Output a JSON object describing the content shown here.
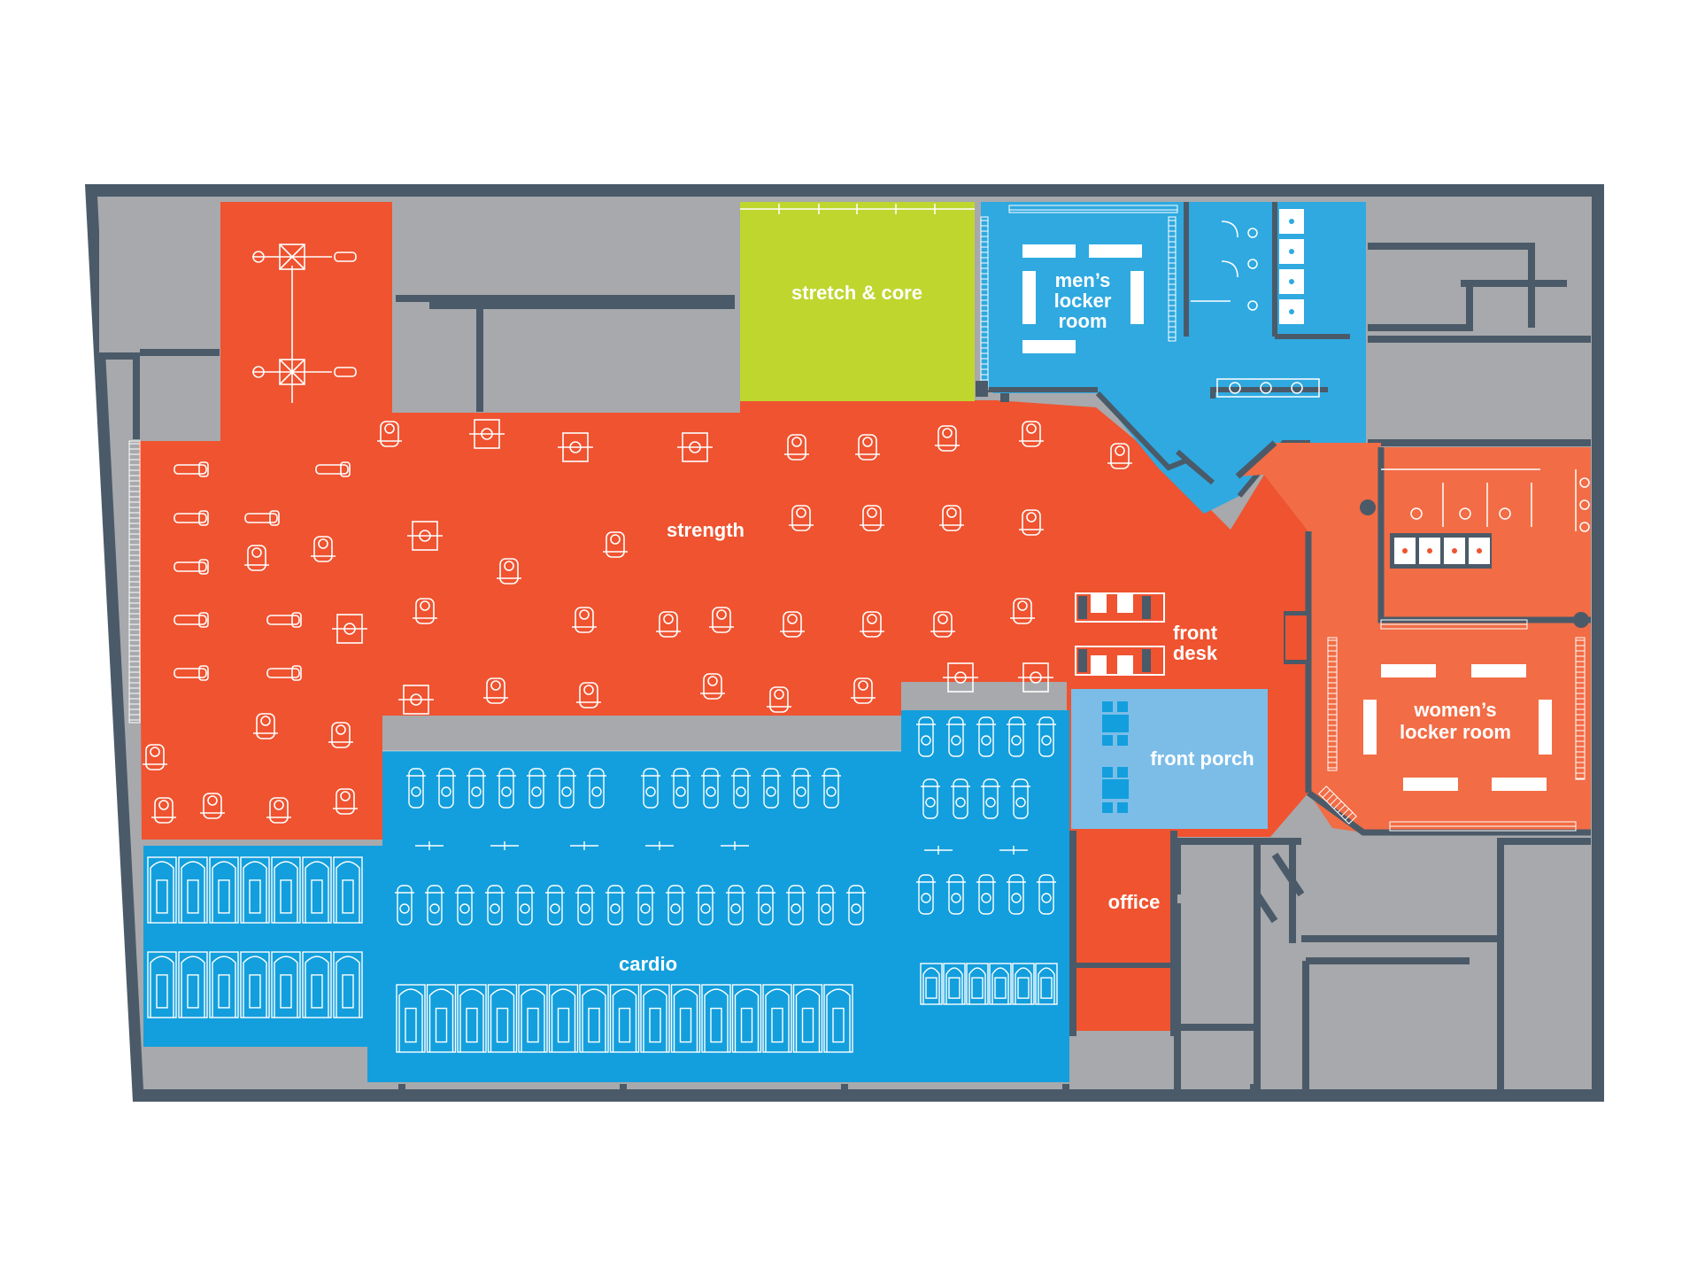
{
  "floor_plan": {
    "rooms": {
      "strength": {
        "label": "strength",
        "color": "#ef5330"
      },
      "stretch_core": {
        "label": "stretch & core",
        "color": "#bfd62f"
      },
      "mens_locker": {
        "label_lines": [
          "men’s",
          "locker",
          "room"
        ],
        "color": "#2fa9e0"
      },
      "womens_locker": {
        "label_lines": [
          "women’s",
          "locker room"
        ],
        "color": "#f26c45"
      },
      "front_desk": {
        "label_lines": [
          "front",
          "desk"
        ],
        "color": "#ef5330"
      },
      "front_porch": {
        "label": "front porch",
        "color": "#7cbde8"
      },
      "cardio": {
        "label": "cardio",
        "color": "#139fdd"
      },
      "office": {
        "label": "office",
        "color": "#ef5330"
      }
    },
    "colors": {
      "wall": "#4b5a68",
      "service_area": "#a7a9ac",
      "background": "#ffffff",
      "equipment_line": "#ffffff"
    }
  }
}
